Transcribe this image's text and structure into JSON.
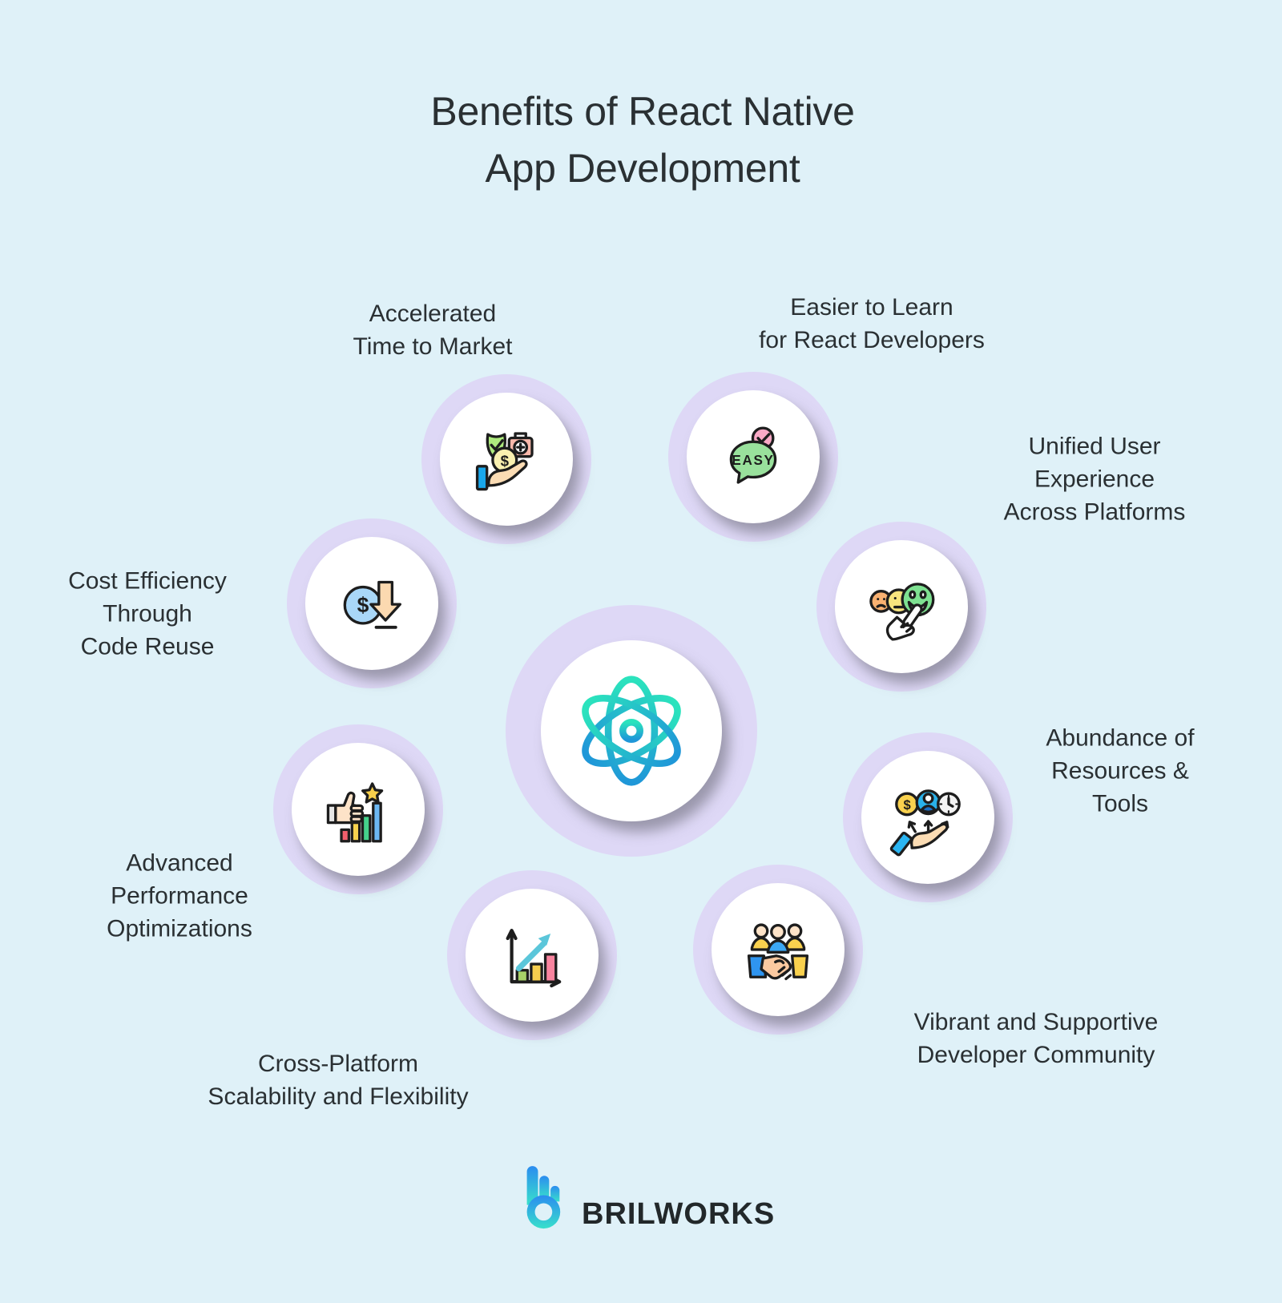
{
  "title": "Benefits of React Native\nApp Development",
  "center": {
    "icon": "react-logo-icon"
  },
  "items": [
    {
      "label": "Accelerated\nTime to Market",
      "icon": "hand-offering-benefits-icon",
      "icon_text": "$"
    },
    {
      "label": "Easier to Learn\nfor React Developers",
      "icon": "easy-speech-bubble-icon",
      "icon_text": "EASY"
    },
    {
      "label": "Unified User Experience\nAcross Platforms",
      "icon": "emoji-feedback-icon"
    },
    {
      "label": "Abundance of\nResources & Tools",
      "icon": "hand-resources-icon",
      "icon_text": "$"
    },
    {
      "label": "Vibrant and Supportive\nDeveloper Community",
      "icon": "community-handshake-icon"
    },
    {
      "label": "Cross-Platform\nScalability and Flexibility",
      "icon": "growth-chart-icon"
    },
    {
      "label": "Advanced\nPerformance\nOptimizations",
      "icon": "thumbs-up-performance-icon"
    },
    {
      "label": "Cost Efficiency\nThrough\nCode Reuse",
      "icon": "cost-reduction-icon",
      "icon_text": "$"
    }
  ],
  "footer": {
    "brand": "BRILWORKS"
  },
  "colors": {
    "background": "#dff1f8",
    "halo": "#ded8f6",
    "text": "#2a3033",
    "react_gradient_start": "#2be3bd",
    "react_gradient_end": "#1f97d8",
    "brand_gradient_start": "#2b8cf0",
    "brand_gradient_end": "#38e0cb"
  }
}
